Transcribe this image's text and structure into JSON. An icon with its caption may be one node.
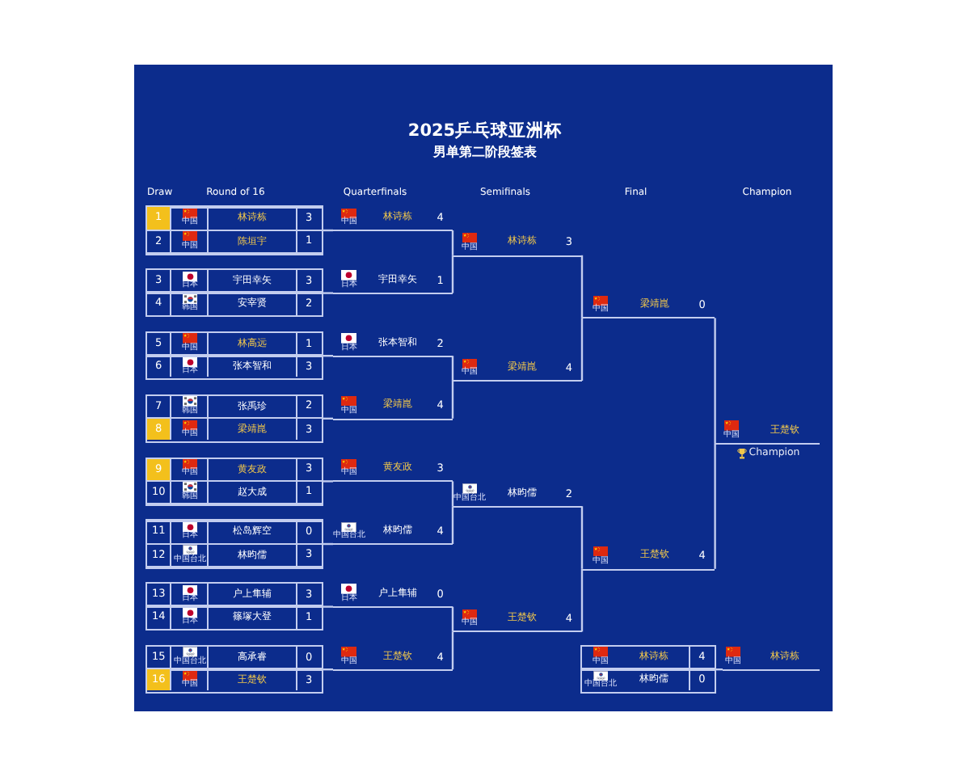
{
  "diagram": {
    "title": "2025乒乓球亚洲杯",
    "nodes": [
      {
        "text": [],
        "shape": "box"
      },
      {
        "text": [
          "1",
          "中国",
          "林诗栋",
          "3"
        ],
        "in": 0
      },
      {
        "text": [
          "2",
          "中国",
          "陈垣宇",
          "1"
        ],
        "in": 0
      },
      {
        "text": [],
        "shape": "box"
      },
      {
        "text": [
          "3",
          "日本",
          "宇田幸矢",
          "3"
        ],
        "in": 3
      },
      {
        "text": [
          "4",
          "韩国",
          "安宰贤",
          "2"
        ],
        "in": 3
      },
      {
        "text": [],
        "shape": "box"
      },
      {
        "text": [
          "5",
          "中国",
          "林高远",
          "1"
        ],
        "in": 6
      },
      {
        "text": [
          "6",
          "日本",
          "张本智和",
          "3"
        ],
        "in": 6
      },
      {
        "text": [],
        "shape": "box"
      },
      {
        "text": [
          "7",
          "韩国",
          "张禹珍",
          "2"
        ],
        "in": 9
      },
      {
        "text": [
          "8",
          "中国",
          "梁靖崑",
          "3"
        ],
        "in": 9
      },
      {
        "text": [],
        "shape": "box"
      },
      {
        "text": [
          "9",
          "中国",
          "黄友政",
          "3"
        ],
        "in": 12
      },
      {
        "text": [
          "10",
          "韩国",
          "赵大成",
          "1"
        ],
        "in": 12
      },
      {
        "text": [],
        "shape": "box"
      },
      {
        "text": [
          "11",
          "日本",
          "松岛辉空",
          "0"
        ],
        "in": 15
      },
      {
        "text": [
          "12",
          "中国台北",
          "林昀儒",
          "3"
        ],
        "in": 15
      },
      {
        "text": [],
        "shape": "box"
      },
      {
        "text": [
          "13",
          "日本",
          "户上隼辅",
          "3"
        ],
        "in": 18
      },
      {
        "text": [
          "14",
          "日本",
          "篠塚大登",
          "1"
        ],
        "in": 18
      },
      {
        "text": [],
        "shape": "box"
      },
      {
        "text": [
          "15",
          "中国台北",
          "高承睿",
          "0"
        ],
        "in": 21
      },
      {
        "text": [
          "16",
          "中国",
          "王楚钦",
          "3"
        ],
        "in": 21
      },
      {
        "text": [
          "中国",
          "林诗栋",
          "4"
        ]
      },
      {
        "text": [
          "日本",
          "宇田幸矢",
          "1"
        ]
      },
      {
        "text": [
          "日本",
          "张本智和",
          "2"
        ]
      },
      {
        "text": [
          "中国",
          "梁靖崑",
          "4"
        ]
      },
      {
        "text": [
          "中国",
          "黄友政",
          "3"
        ]
      },
      {
        "text": [
          "中国台北",
          "林昀儒",
          "4"
        ]
      },
      {
        "text": [
          "日本",
          "户上隼辅",
          "0"
        ]
      },
      {
        "text": [
          "中国",
          "王楚钦",
          "4"
        ]
      },
      {
        "text": [
          "中国",
          "林诗栋",
          "3"
        ]
      },
      {
        "text": [
          "中国",
          "梁靖崑",
          "4"
        ]
      },
      {
        "text": [
          "中国台北",
          "林昀儒",
          "2"
        ]
      },
      {
        "text": [
          "中国",
          "王楚钦",
          "4"
        ]
      },
      {
        "text": [
          "中国",
          "梁靖崑",
          "0"
        ]
      },
      {
        "text": [
          "中国",
          "王楚钦",
          "4"
        ]
      },
      {
        "text": [
          "中国",
          "王楚钦"
        ],
        "beside": [
          "Champion"
        ]
      },
      {
        "text": [],
        "shape": "box"
      },
      {
        "text": [
          "中国",
          "林诗栋",
          "4"
        ],
        "in": 39
      },
      {
        "text": [
          "中国台北",
          "林昀儒",
          "0"
        ],
        "in": 39
      },
      {
        "text": [
          "中国",
          "林诗栋"
        ]
      }
    ],
    "edges": [
      {
        "from": 0,
        "to": 24,
        "arrow": "none"
      },
      {
        "from": 3,
        "to": 25,
        "arrow": "none"
      },
      {
        "from": 6,
        "to": 26,
        "arrow": "none"
      },
      {
        "from": 9,
        "to": 27,
        "arrow": "none"
      },
      {
        "from": 12,
        "to": 28,
        "arrow": "none"
      },
      {
        "from": 15,
        "to": 29,
        "arrow": "none"
      },
      {
        "from": 18,
        "to": 30,
        "arrow": "none"
      },
      {
        "from": 21,
        "to": 31,
        "arrow": "none"
      },
      {
        "from": 24,
        "to": 32,
        "arrow": "none"
      },
      {
        "from": 25,
        "to": 32,
        "arrow": "none"
      },
      {
        "from": 26,
        "to": 33,
        "arrow": "none"
      },
      {
        "from": 27,
        "to": 33,
        "arrow": "none"
      },
      {
        "from": 28,
        "to": 34,
        "arrow": "none"
      },
      {
        "from": 29,
        "to": 34,
        "arrow": "none"
      },
      {
        "from": 30,
        "to": 35,
        "arrow": "none"
      },
      {
        "from": 31,
        "to": 35,
        "arrow": "none"
      },
      {
        "from": 32,
        "to": 36,
        "arrow": "none"
      },
      {
        "from": 33,
        "to": 36,
        "arrow": "none"
      },
      {
        "from": 34,
        "to": 37,
        "arrow": "none"
      },
      {
        "from": 35,
        "to": 37,
        "arrow": "none"
      },
      {
        "from": 36,
        "to": 38,
        "arrow": "none"
      },
      {
        "from": 37,
        "to": 38,
        "arrow": "none"
      },
      {
        "from": 39,
        "to": 42,
        "arrow": "none"
      }
    ],
    "labels": [
      "男单第二阶段签表",
      "Draw",
      "Round of 16",
      "Quarterfinals",
      "Semifinals",
      "Final",
      "Champion"
    ]
  }
}
